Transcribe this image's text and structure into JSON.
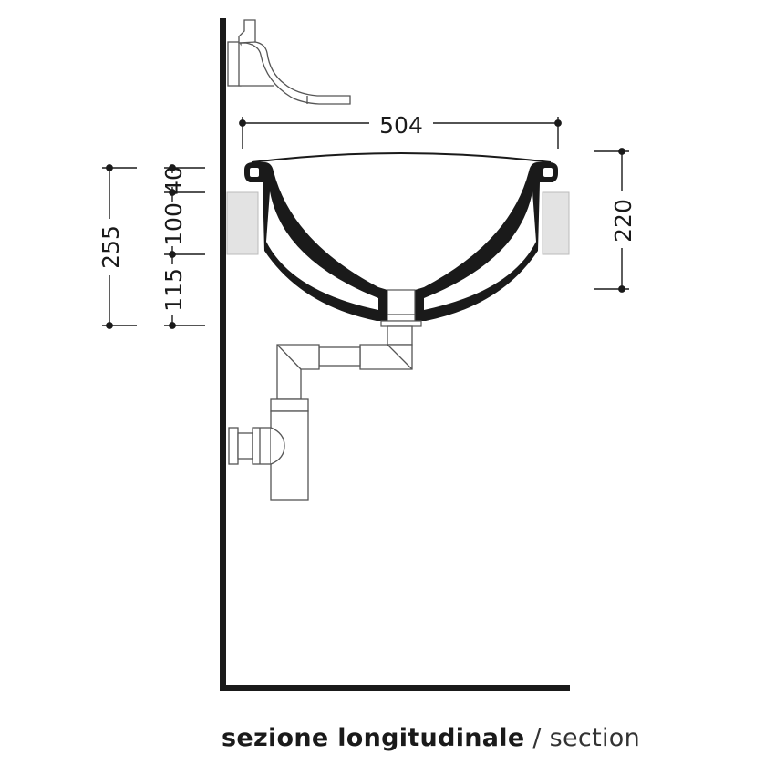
{
  "diagram": {
    "type": "technical section drawing",
    "subject": "wall-mounted round washbasin with bottle trap",
    "dimensions": {
      "width_top": "504",
      "basin_height": "220",
      "overall_height": "255",
      "rim_thickness": "40",
      "bracket_height": "100",
      "bottom_offset": "115"
    },
    "colors": {
      "line": "#1a1a1a",
      "wall": "#1a1a1a",
      "bracket_fill": "#e3e3e3",
      "pipe_line": "#555555"
    }
  },
  "caption": {
    "primary": "sezione longitudinale",
    "separator": " / ",
    "secondary": "section"
  }
}
